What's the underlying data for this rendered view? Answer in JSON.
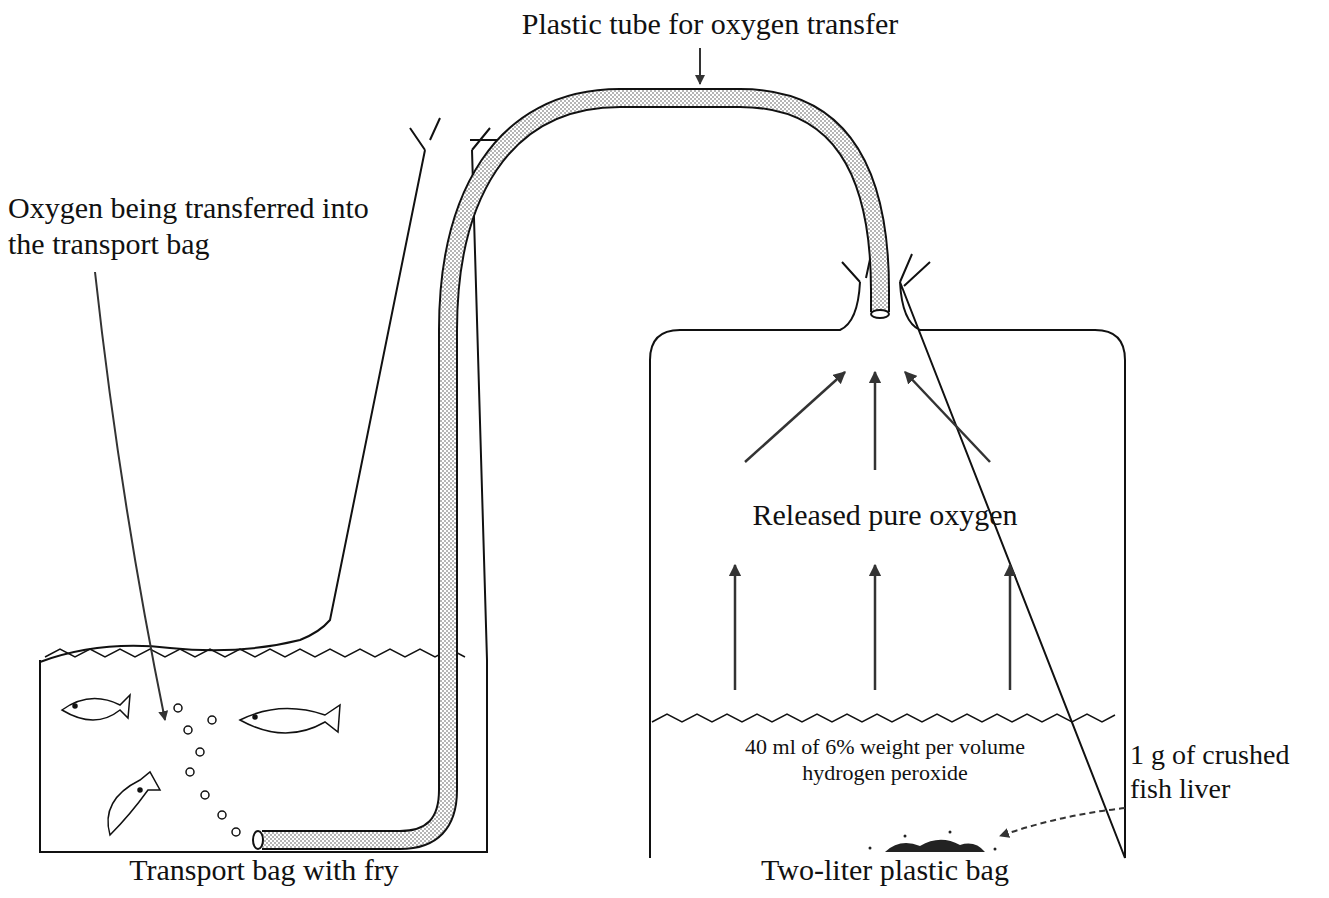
{
  "diagram": {
    "nodes": [
      {
        "text": [
          "Transport bag with fry"
        ]
      },
      {
        "text": [
          "Released pure oxygen",
          "40 ml of 6% weight per volume hydrogen peroxide",
          "Two-liter plastic bag"
        ]
      }
    ],
    "edges": [
      {
        "from": 1,
        "to": 0,
        "arrow": "none"
      }
    ],
    "labels": [
      "Plastic tube for oxygen transfer",
      "Oxygen being transferred into the transport bag",
      "1 g of crushed fish liver"
    ]
  }
}
